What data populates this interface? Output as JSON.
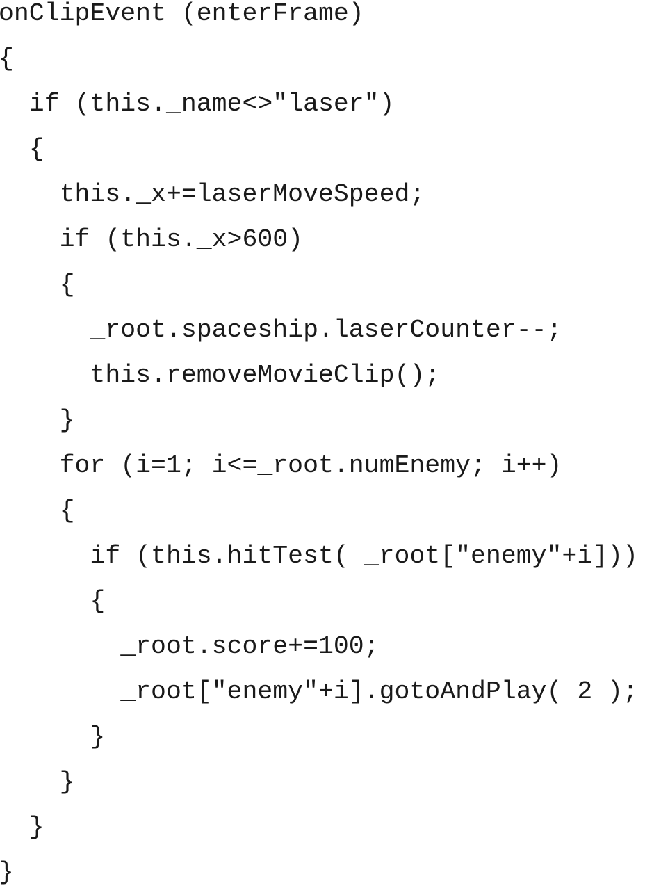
{
  "code": {
    "lines": [
      "onClipEvent (enterFrame)",
      "{",
      "  if (this._name<>\"laser\")",
      "  {",
      "    this._x+=laserMoveSpeed;",
      "    if (this._x>600)",
      "    {",
      "      _root.spaceship.laserCounter--;",
      "      this.removeMovieClip();",
      "    }",
      "    for (i=1; i<=_root.numEnemy; i++)",
      "    {",
      "      if (this.hitTest( _root[\"enemy\"+i]))",
      "      {",
      "        _root.score+=100;",
      "        _root[\"enemy\"+i].gotoAndPlay( 2 );",
      "      }",
      "    }",
      "  }",
      "}"
    ]
  }
}
